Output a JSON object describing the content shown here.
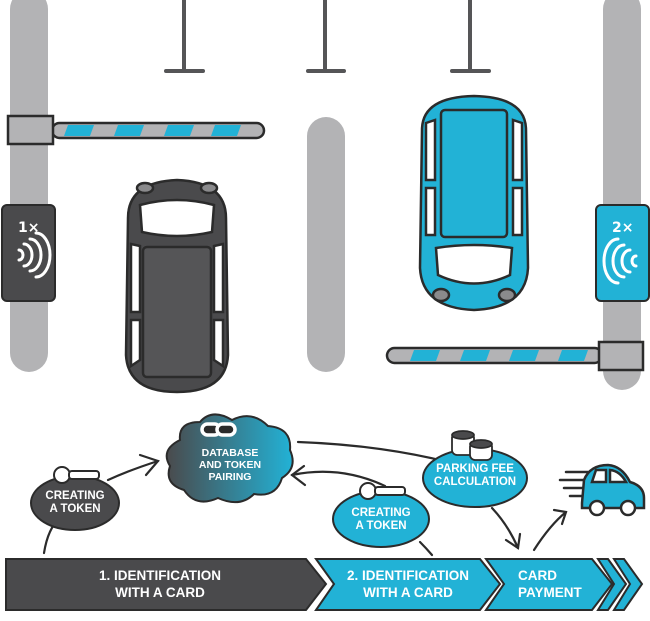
{
  "colors": {
    "dark": "#4a4a4c",
    "accent": "#22b2d6",
    "post": "#b3b3b5",
    "outline": "#2b2b2b"
  },
  "readers": [
    {
      "count_label": "1×",
      "icon": "contactless-icon",
      "theme": "dark"
    },
    {
      "count_label": "2×",
      "icon": "contactless-icon",
      "theme": "accent"
    }
  ],
  "bubbles": {
    "creating_token_1": {
      "line1": "CREATING",
      "line2": "A TOKEN",
      "icon": "key-icon"
    },
    "database": {
      "line1": "DATABASE",
      "line2": "AND TOKEN",
      "line3": "PAIRING",
      "icon": "link-icon"
    },
    "creating_token_2": {
      "line1": "CREATING",
      "line2": "A TOKEN",
      "icon": "key-icon"
    },
    "parking_fee": {
      "line1": "PARKING FEE",
      "line2": "CALCULATION",
      "icon": "coins-icon"
    }
  },
  "steps": [
    {
      "line1": "1. IDENTIFICATION",
      "line2": "WITH A CARD"
    },
    {
      "line1": "2. IDENTIFICATION",
      "line2": "WITH A CARD"
    },
    {
      "line1": "CARD",
      "line2": "PAYMENT"
    }
  ]
}
